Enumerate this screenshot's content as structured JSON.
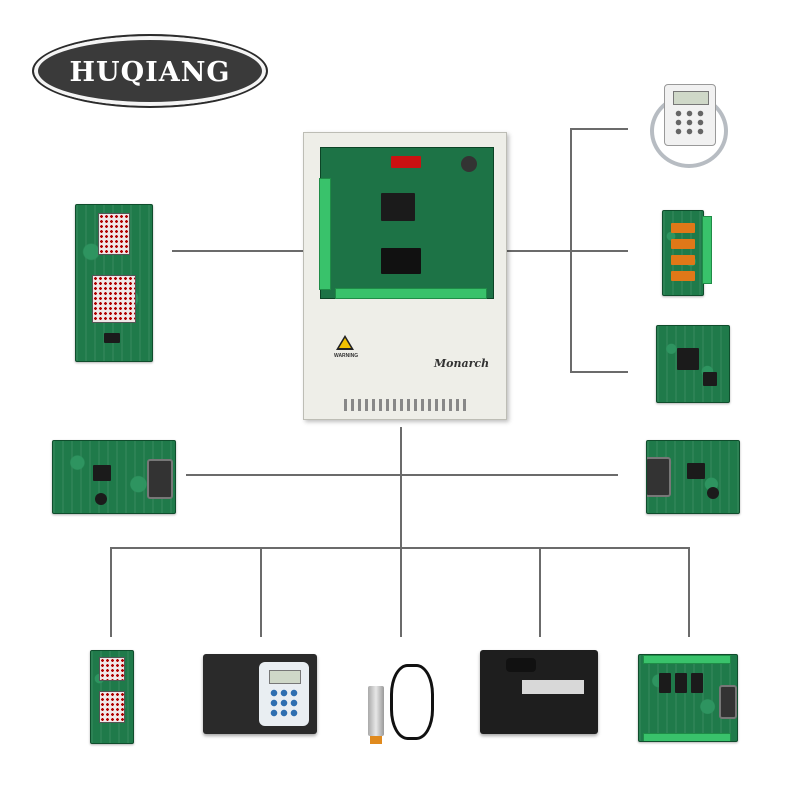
{
  "logo": {
    "text": "HUQIANG"
  },
  "controller": {
    "brand": "Monarch",
    "warning_label": "WARNING"
  },
  "colors": {
    "pcb_green": "#1f7a4a",
    "connector_green": "#39c26b",
    "line_gray": "#6b6b6b",
    "logo_bg": "#3a3a3a"
  },
  "devices": [
    "main-controller",
    "hall-display-board-large",
    "keypad-operator",
    "relay-board",
    "car-top-board",
    "serial-comm-board-left",
    "serial-comm-board-right",
    "hall-display-board-small",
    "door-operator-controller",
    "proximity-sensor",
    "voice-announcer-box",
    "car-control-board"
  ]
}
